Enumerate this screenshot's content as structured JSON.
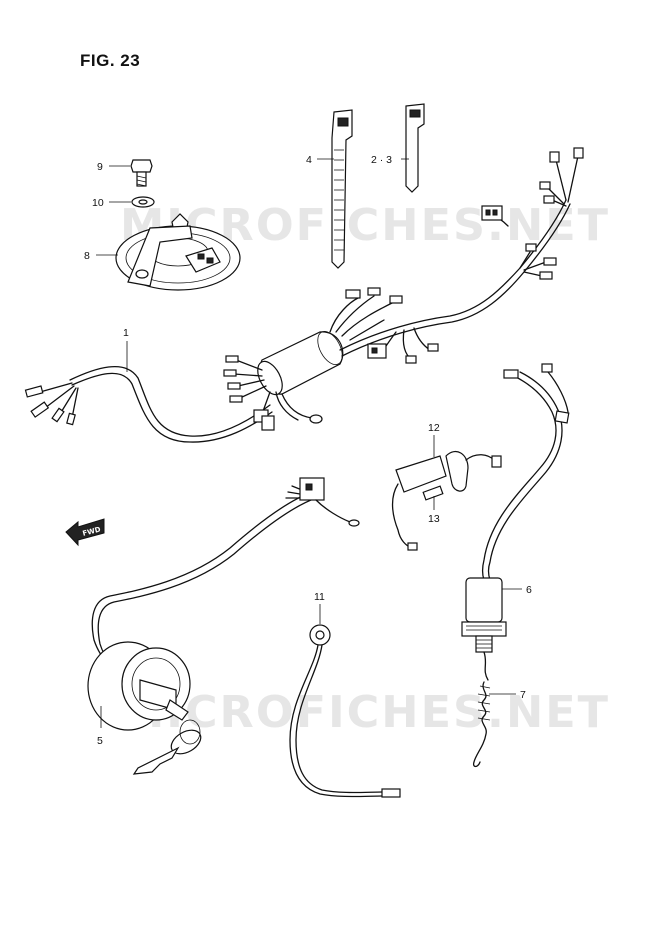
{
  "figure": {
    "title": "FIG. 23"
  },
  "watermark": {
    "text": "MICROFICHES.NET"
  },
  "direction_marker": {
    "text": "FWD"
  },
  "callouts": [
    {
      "id": "c1",
      "text": "1"
    },
    {
      "id": "c23",
      "text": "2 · 3"
    },
    {
      "id": "c4",
      "text": "4"
    },
    {
      "id": "c5",
      "text": "5"
    },
    {
      "id": "c6",
      "text": "6"
    },
    {
      "id": "c7",
      "text": "7"
    },
    {
      "id": "c8",
      "text": "8"
    },
    {
      "id": "c9",
      "text": "9"
    },
    {
      "id": "c10",
      "text": "10"
    },
    {
      "id": "c11",
      "text": "11"
    },
    {
      "id": "c12",
      "text": "12"
    },
    {
      "id": "c13",
      "text": "13"
    }
  ]
}
